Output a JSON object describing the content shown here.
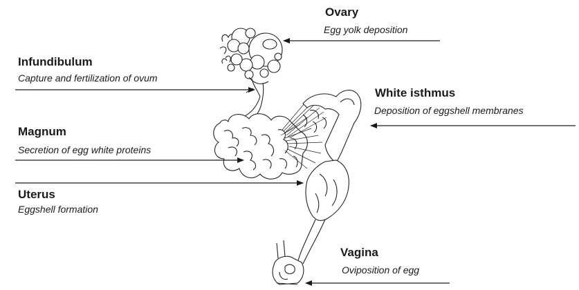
{
  "labels": {
    "ovary": {
      "title": "Ovary",
      "desc": "Egg yolk deposition"
    },
    "infundibulum": {
      "title": "Infundibulum",
      "desc": "Capture and fertilization of ovum"
    },
    "white_isthmus": {
      "title": "White isthmus",
      "desc": "Deposition of eggshell membranes"
    },
    "magnum": {
      "title": "Magnum",
      "desc": "Secretion of egg white proteins"
    },
    "uterus": {
      "title": "Uterus",
      "desc": "Eggshell formation"
    },
    "vagina": {
      "title": "Vagina",
      "desc": "Oviposition of egg"
    }
  }
}
